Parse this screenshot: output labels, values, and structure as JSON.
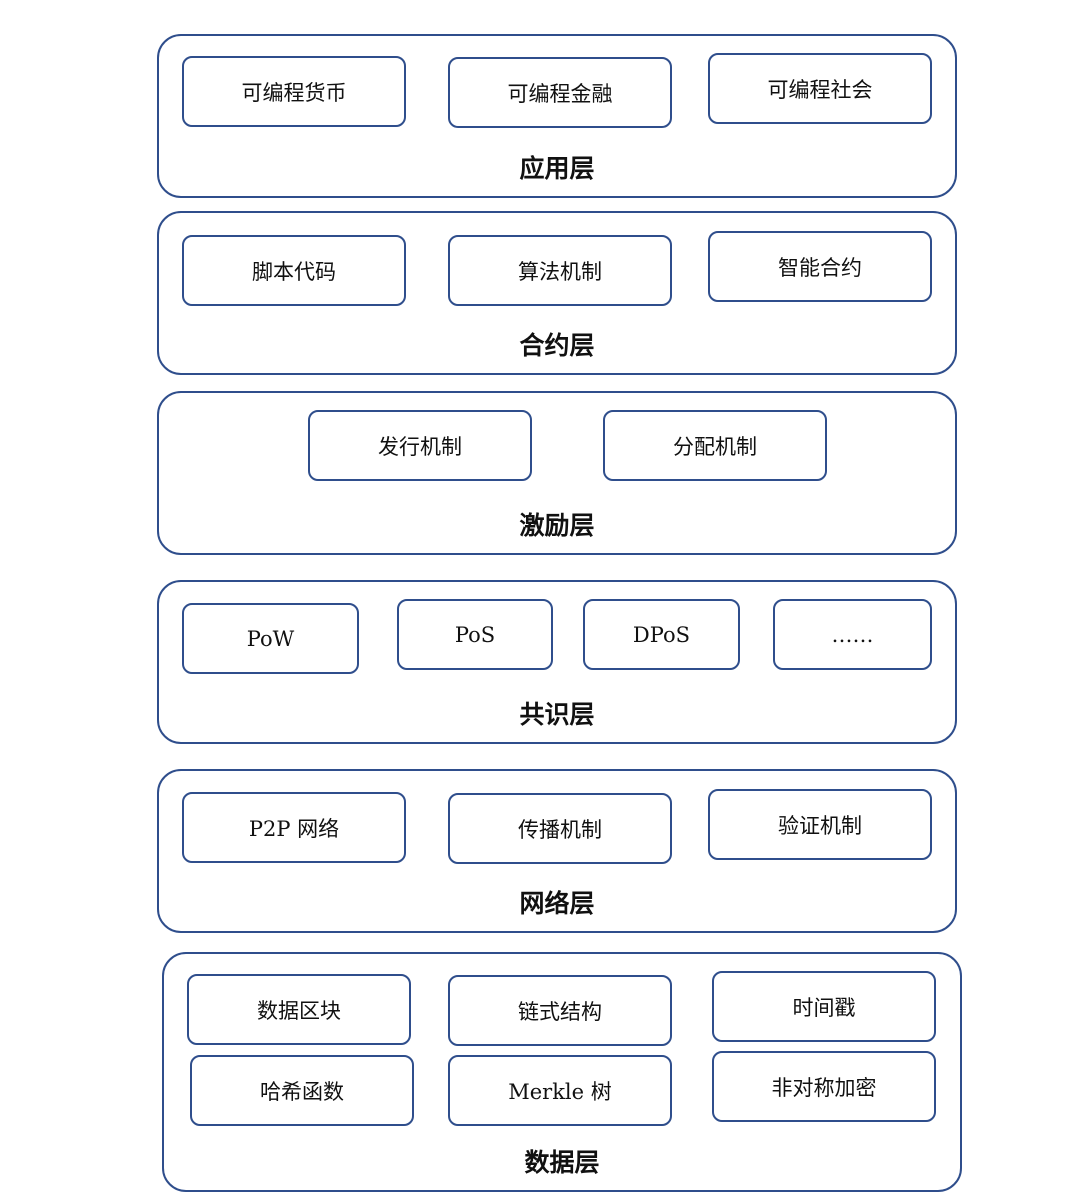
{
  "layers": {
    "application": {
      "title": "应用层",
      "items": [
        "可编程货币",
        "可编程金融",
        "可编程社会"
      ]
    },
    "contract": {
      "title": "合约层",
      "items": [
        "脚本代码",
        "算法机制",
        "智能合约"
      ]
    },
    "incentive": {
      "title": "激励层",
      "items": [
        "发行机制",
        "分配机制"
      ]
    },
    "consensus": {
      "title": "共识层",
      "items": [
        "PoW",
        "PoS",
        "DPoS",
        "……"
      ]
    },
    "network": {
      "title": "网络层",
      "items": [
        "P2P 网络",
        "传播机制",
        "验证机制"
      ]
    },
    "data": {
      "title": "数据层",
      "items": [
        "数据区块",
        "链式结构",
        "时间戳",
        "哈希函数",
        "Merkle 树",
        "非对称加密"
      ]
    }
  },
  "colors": {
    "border": "#2f4e8c",
    "text": "#111111",
    "background": "#ffffff"
  }
}
